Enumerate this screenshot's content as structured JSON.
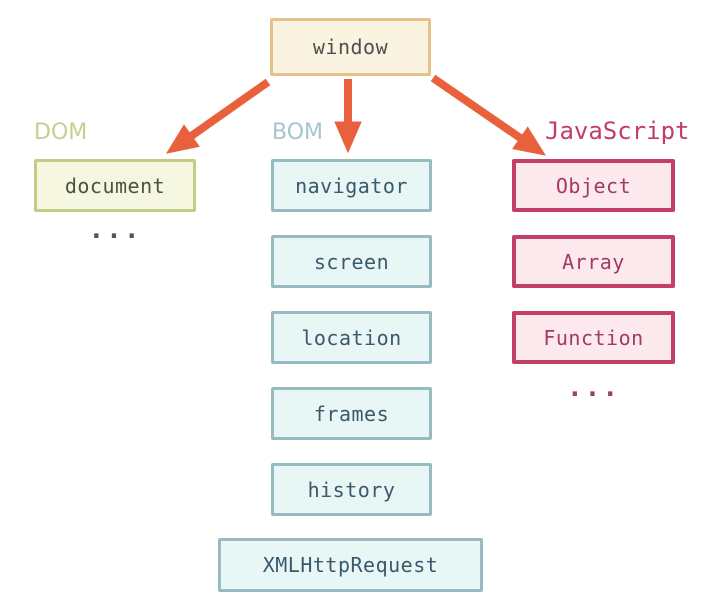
{
  "nodes": {
    "window": "window",
    "document": "document",
    "navigator": "navigator",
    "screen": "screen",
    "location": "location",
    "frames": "frames",
    "history": "history",
    "xhr": "XMLHttpRequest",
    "object": "Object",
    "array": "Array",
    "function": "Function"
  },
  "labels": {
    "dom": "DOM",
    "bom": "BOM",
    "js": "JavaScript"
  },
  "ellipsis": {
    "dom": "...",
    "js": "..."
  },
  "colors": {
    "arrow": "#e8613c",
    "window_border": "#e6c189",
    "window_bg": "#fbf3e1",
    "dom_border": "#c6cb84",
    "dom_bg": "#f6f7e1",
    "bom_border": "#97bbc1",
    "bom_bg": "#e9f6f6",
    "js_border": "#c33f66",
    "js_bg": "#fce9ed"
  }
}
